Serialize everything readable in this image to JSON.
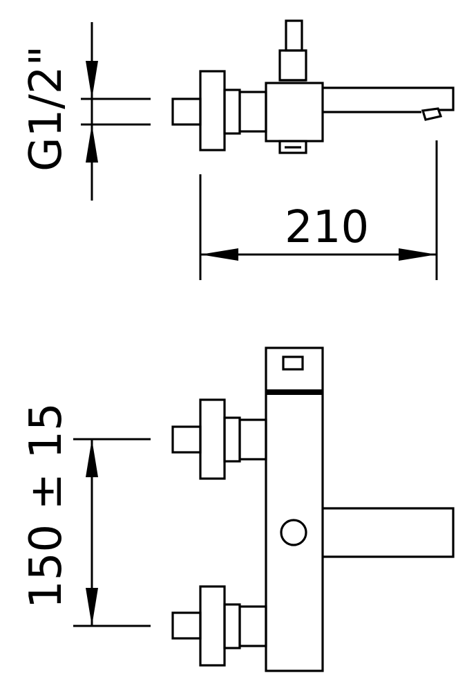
{
  "dimensions": {
    "connection_thread": "G1/2\"",
    "spout_projection": "210",
    "inlet_centers": "150 ± 15"
  },
  "colors": {
    "line": "#000000",
    "background": "#ffffff"
  }
}
